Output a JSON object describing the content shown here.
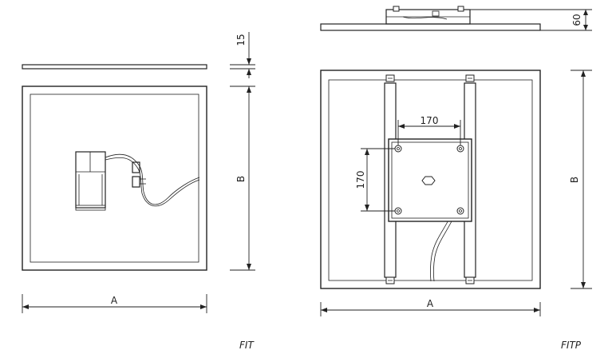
{
  "drawings": {
    "fit": {
      "caption": "FIT",
      "dim_width": "A",
      "dim_height": "B",
      "dim_thickness": "15"
    },
    "fitp": {
      "caption": "FITP",
      "dim_width": "A",
      "dim_height": "B",
      "dim_depth": "60",
      "dim_hole_spacing_h": "170",
      "dim_hole_spacing_v": "170"
    }
  }
}
